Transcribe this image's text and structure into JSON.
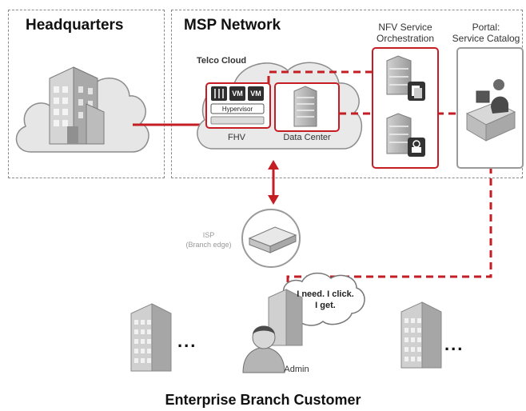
{
  "regions": {
    "headquarters": "Headquarters",
    "msp_network": "MSP Network",
    "bottom": "Enterprise Branch Customer"
  },
  "telco_cloud": {
    "title": "Telco Cloud",
    "fhv_label": "FHV",
    "datacenter_label": "Data Center",
    "vm_label": "VM",
    "hypervisor_label": "Hypervisor"
  },
  "nfv": {
    "line1": "NFV Service",
    "line2": "Orchestration"
  },
  "portal": {
    "line1": "Portal:",
    "line2": "Service Catalog"
  },
  "isp": {
    "line1": "ISP",
    "line2": "(Branch edge)"
  },
  "bubble": {
    "line1": "I need. I click.",
    "line2": "I get."
  },
  "admin_label": "Admin",
  "ellipsis": "...",
  "colors": {
    "accent_red": "#c41e24",
    "cloud_fill": "#e9e9e9",
    "building_gray": "#b8b8b8"
  }
}
